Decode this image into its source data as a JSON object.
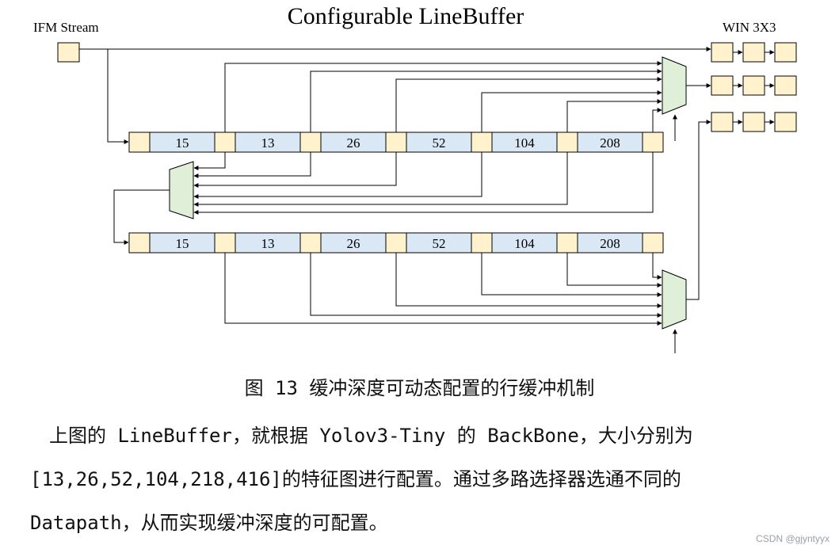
{
  "diagram": {
    "title": "Configurable LineBuffer",
    "input_label": "IFM Stream",
    "output_label": "WIN 3X3",
    "row1_segments": [
      "15",
      "13",
      "26",
      "52",
      "104",
      "208"
    ],
    "row2_segments": [
      "15",
      "13",
      "26",
      "52",
      "104",
      "208"
    ],
    "colors": {
      "register": "#fff2cc",
      "segment": "#dae8f5",
      "mux": "#e0efd8",
      "line": "#000000"
    }
  },
  "caption": "图 13 缓冲深度可动态配置的行缓冲机制",
  "paragraph": {
    "line1": "　上图的 LineBuffer，就根据 Yolov3-Tiny 的 BackBone，大小分别为",
    "line2": "[13,26,52,104,218,416]的特征图进行配置。通过多路选择器选通不同的",
    "line3": "Datapath，从而实现缓冲深度的可配置。"
  },
  "watermark": "CSDN @gjyntyyx"
}
